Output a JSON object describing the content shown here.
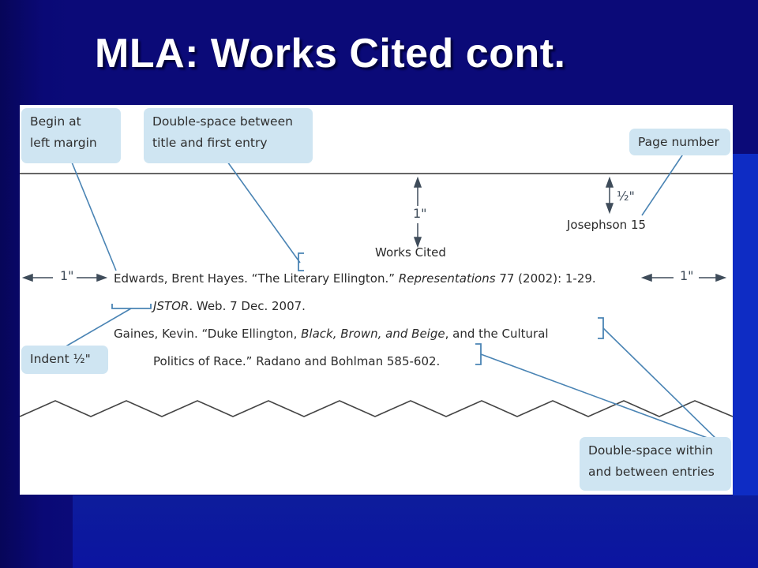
{
  "title": "MLA: Works Cited cont.",
  "callouts": {
    "begin_margin": [
      "Begin at",
      "left margin"
    ],
    "double_space_title": [
      "Double-space between",
      "title and first entry"
    ],
    "page_number": "Page number",
    "indent": "Indent ½\"",
    "double_space_entries": [
      "Double-space within",
      "and between entries"
    ]
  },
  "measurements": {
    "top_margin": "1\"",
    "half_inch": "½\"",
    "left_margin": "1\"",
    "right_margin": "1\""
  },
  "page": {
    "header": "Josephson 15",
    "heading": "Works Cited",
    "entry1_line1_pre": "Edwards, Brent Hayes. “The Literary Ellington.” ",
    "entry1_line1_ital": "Representations",
    "entry1_line1_post": " 77 (2002): 1-29.",
    "entry1_line2_ital": "JSTOR",
    "entry1_line2_post": ". Web. 7 Dec. 2007.",
    "entry2_line1_pre": "Gaines, Kevin. “Duke Ellington, ",
    "entry2_line1_ital": "Black, Brown, and Beige",
    "entry2_line1_post": ", and the Cultural",
    "entry2_line2": "Politics of Race.” Radano and Bohlman 585-602."
  },
  "colors": {
    "background": "#0b0a78",
    "callout_fill": "#cfe5f2",
    "leader_line": "#4a84b4",
    "page_line": "#555555"
  }
}
